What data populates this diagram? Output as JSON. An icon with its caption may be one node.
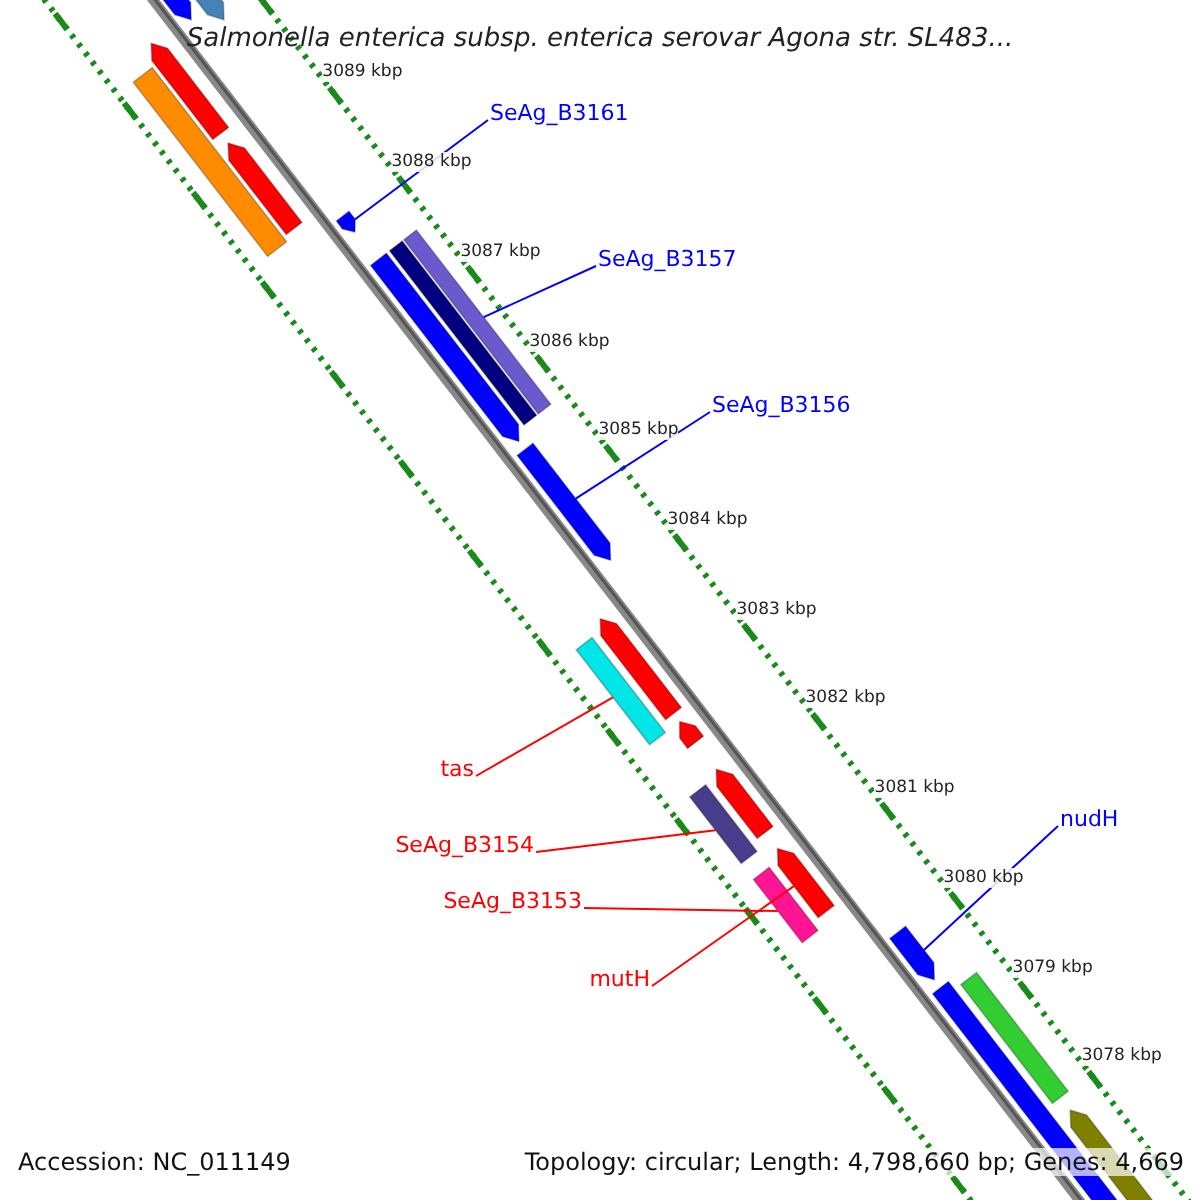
{
  "diagram": {
    "title": "Salmonella enterica subsp. enterica serovar Agona str. SL483...",
    "nodes": [
      {
        "text": [
          "SeAg_B3161"
        ]
      },
      {
        "text": [
          "SeAg_B3157"
        ]
      },
      {
        "text": [
          "SeAg_B3156"
        ]
      },
      {
        "text": [
          "tas"
        ]
      },
      {
        "text": [
          "SeAg_B3154"
        ]
      },
      {
        "text": [
          "SeAg_B3153"
        ]
      },
      {
        "text": [
          "mutH"
        ]
      },
      {
        "text": [
          "nudH"
        ]
      },
      {
        "text": [],
        "shape": "arrow"
      },
      {
        "text": [],
        "shape": "arrow"
      },
      {
        "text": [],
        "shape": "arrow"
      },
      {
        "text": [],
        "shape": "bar"
      },
      {
        "text": [],
        "shape": "arrow"
      },
      {
        "text": [],
        "shape": "arrow"
      },
      {
        "text": [],
        "shape": "bar"
      },
      {
        "text": [],
        "shape": "bar"
      },
      {
        "text": [],
        "shape": "arrow"
      },
      {
        "text": [],
        "shape": "arrow"
      },
      {
        "text": [],
        "shape": "arrow"
      },
      {
        "text": [],
        "shape": "bar"
      },
      {
        "text": [],
        "shape": "arrow"
      },
      {
        "text": [],
        "shape": "arrow"
      },
      {
        "text": [],
        "shape": "bar"
      },
      {
        "text": [],
        "shape": "arrow"
      },
      {
        "text": [],
        "shape": "bar"
      },
      {
        "text": [],
        "shape": "arrow"
      },
      {
        "text": [],
        "shape": "arrow"
      },
      {
        "text": [],
        "shape": "bar"
      },
      {
        "text": [],
        "shape": "arrow"
      }
    ],
    "edges": [
      {
        "from": 0,
        "to": 13,
        "arrow": "none",
        "color": "#0000ff"
      },
      {
        "from": 1,
        "to": 14,
        "arrow": "none",
        "color": "#0000ff"
      },
      {
        "from": 2,
        "to": 17,
        "arrow": "none",
        "color": "#0000ff"
      },
      {
        "from": 3,
        "to": 19,
        "arrow": "none",
        "color": "#ff0000"
      },
      {
        "from": 4,
        "to": 22,
        "arrow": "none",
        "color": "#ff0000"
      },
      {
        "from": 5,
        "to": 24,
        "arrow": "none",
        "color": "#ff0000"
      },
      {
        "from": 6,
        "to": 23,
        "arrow": "none",
        "color": "#ff0000"
      },
      {
        "from": 7,
        "to": 25,
        "arrow": "none",
        "color": "#0000ff"
      }
    ],
    "labels": [
      "3089 kbp",
      "3088 kbp",
      "3087 kbp",
      "3086 kbp",
      "3085 kbp",
      "3084 kbp",
      "3083 kbp",
      "3082 kbp",
      "3081 kbp",
      "3080 kbp",
      "3079 kbp",
      "3078 kbp",
      "Accession: NC_011149",
      "Topology: circular; Length: 4,798,660 bp; Genes: 4,669"
    ]
  }
}
